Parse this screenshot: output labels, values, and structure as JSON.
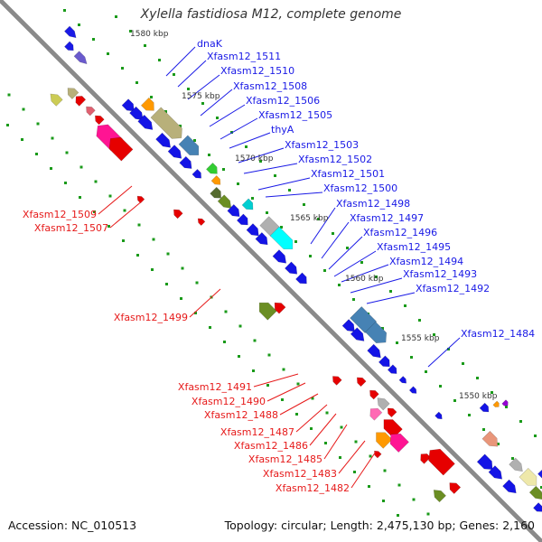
{
  "title": "Xylella fastidiosa M12, complete genome",
  "footer": {
    "accession": "Accession: NC_010513",
    "topology": "Topology: circular; Length: 2,475,130 bp; Genes: 2,160"
  },
  "scale_labels": [
    "1580 kbp",
    "1575 kbp",
    "1570 kbp",
    "1565 kbp",
    "1560 kbp",
    "1555 kbp",
    "1550 kbp"
  ],
  "colors": {
    "backbone": "#888888",
    "forward_label": "#1a1ae6",
    "reverse_label": "#e61a1a",
    "forward_gene": "#1414e6",
    "reverse_gene": "#e60000",
    "ticks": "#1a9a1a"
  },
  "forward_labels": [
    "dnaK",
    "Xfasm12_1511",
    "Xfasm12_1510",
    "Xfasm12_1508",
    "Xfasm12_1506",
    "Xfasm12_1505",
    "thyA",
    "Xfasm12_1503",
    "Xfasm12_1502",
    "Xfasm12_1501",
    "Xfasm12_1500",
    "Xfasm12_1498",
    "Xfasm12_1497",
    "Xfasm12_1496",
    "Xfasm12_1495",
    "Xfasm12_1494",
    "Xfasm12_1493",
    "Xfasm12_1492",
    "Xfasm12_1484"
  ],
  "reverse_labels": [
    "Xfasm12_1509",
    "Xfasm12_1507",
    "Xfasm12_1499",
    "Xfasm12_1491",
    "Xfasm12_1490",
    "Xfasm12_1488",
    "Xfasm12_1487",
    "Xfasm12_1486",
    "Xfasm12_1485",
    "Xfasm12_1483",
    "Xfasm12_1482"
  ]
}
